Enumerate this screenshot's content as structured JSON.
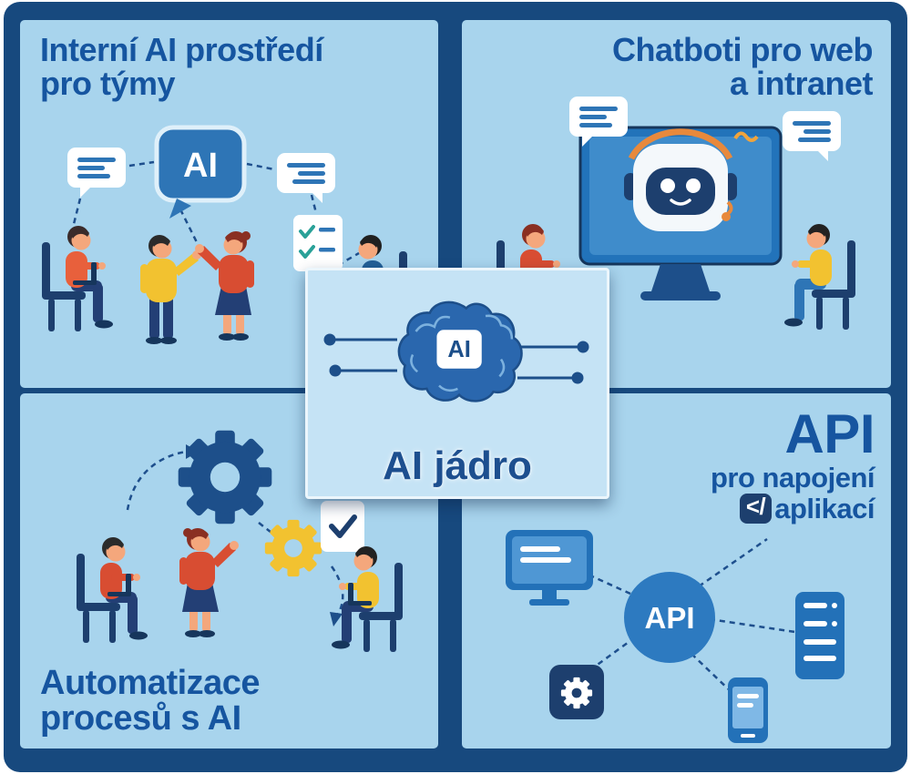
{
  "panels": {
    "top_left": {
      "title_line1": "Interní AI prostředí",
      "title_line2": "pro týmy",
      "ai_bubble_label": "AI"
    },
    "top_right": {
      "title_line1": "Chatboti pro web",
      "title_line2": "a intranet"
    },
    "bottom_left": {
      "title_line1": "Automatizace",
      "title_line2": "procesů s AI"
    },
    "bottom_right": {
      "title_line1": "API",
      "title_line2": "pro napojení",
      "code_symbol": "</",
      "title_line3": "aplikací",
      "api_circle_label": "API"
    },
    "center": {
      "chip_label": "AI",
      "title": "AI jádro"
    }
  },
  "colors": {
    "frame_navy": "#17497e",
    "panel_blue": "#a8d4ed",
    "center_blue": "#c5e3f5",
    "heading_blue": "#1655a0",
    "accent_blue": "#2e75b6",
    "dark_navy": "#1d3f6e",
    "yellow": "#f2c230",
    "orange_red": "#d84d32",
    "white": "#ffffff"
  }
}
